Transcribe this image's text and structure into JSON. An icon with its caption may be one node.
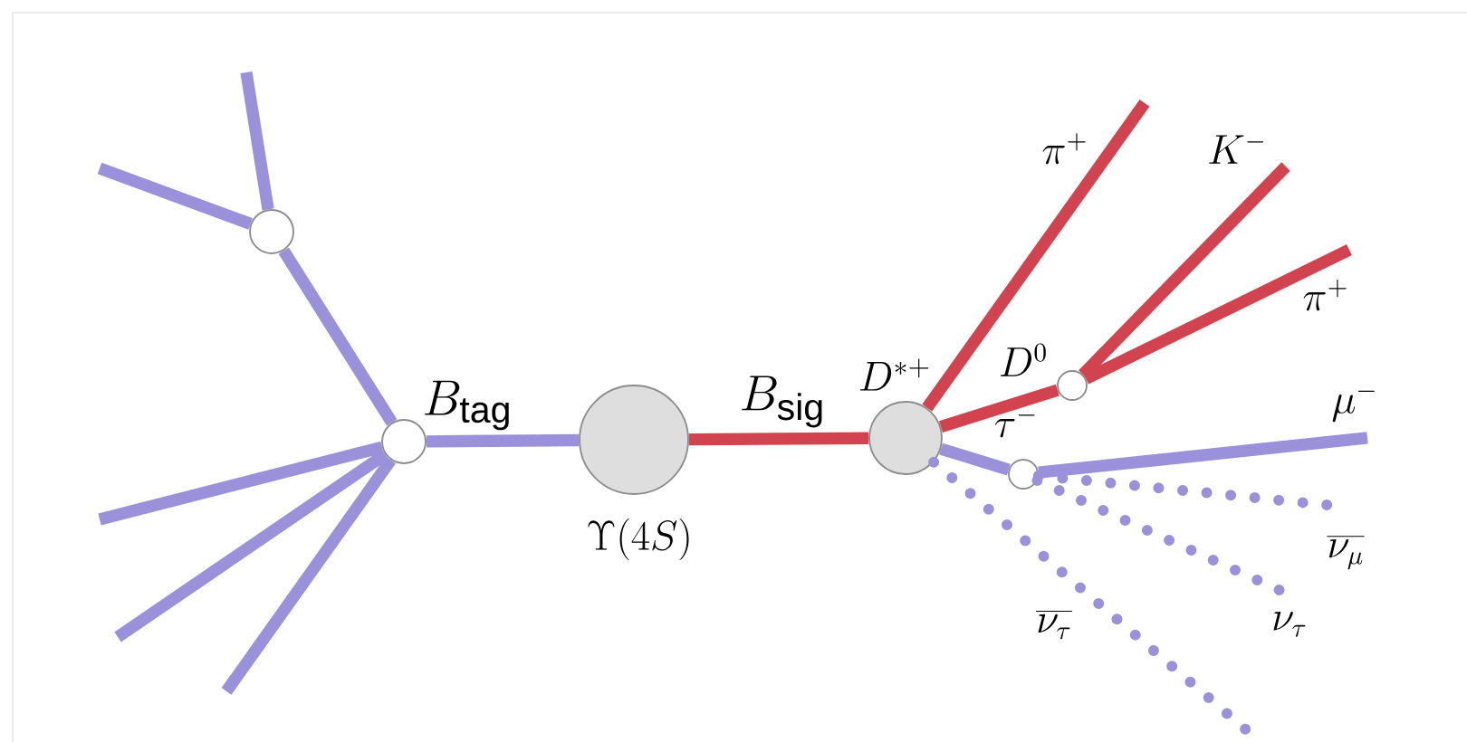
{
  "diagram": {
    "nodes": [
      {
        "text": [],
        "shape": "circle"
      },
      {
        "text": [],
        "shape": "circle"
      },
      {
        "text": [],
        "shape": "circle",
        "beside": [
          "\\Upsilon(4S)"
        ]
      },
      {
        "text": [],
        "shape": "circle",
        "beside": [
          "D^{*+}"
        ]
      },
      {
        "text": [],
        "shape": "circle"
      },
      {
        "text": [],
        "shape": "circle"
      }
    ],
    "edges": [
      {
        "from": null,
        "to": 0,
        "arrow": "none"
      },
      {
        "from": null,
        "to": 0,
        "arrow": "none"
      },
      {
        "from": 0,
        "to": 1,
        "arrow": "none"
      },
      {
        "from": 1,
        "to": null,
        "arrow": "none"
      },
      {
        "from": 1,
        "to": null,
        "arrow": "none"
      },
      {
        "from": 1,
        "to": null,
        "arrow": "none"
      },
      {
        "from": 1,
        "to": 2,
        "arrow": "none",
        "label": "B_{\\mathrm{tag}}"
      },
      {
        "from": 2,
        "to": 3,
        "arrow": "none",
        "label": "B_{\\mathrm{sig}}",
        "color": "#d0434f"
      },
      {
        "from": 3,
        "to": null,
        "arrow": "none",
        "label": "\\pi^+",
        "color": "#d0434f"
      },
      {
        "from": 3,
        "to": 4,
        "arrow": "none",
        "label": "D^0",
        "color": "#d0434f"
      },
      {
        "from": 4,
        "to": null,
        "arrow": "none",
        "label": "K^-",
        "color": "#d0434f"
      },
      {
        "from": 4,
        "to": null,
        "arrow": "none",
        "label": "\\pi^+",
        "color": "#d0434f"
      },
      {
        "from": 3,
        "to": 5,
        "arrow": "none",
        "label": "\\tau^-"
      },
      {
        "from": 5,
        "to": null,
        "arrow": "none",
        "label": "\\mu^-"
      },
      {
        "from": 5,
        "to": null,
        "arrow": "none",
        "label": "\\overline{\\nu_\\mu}",
        "style": "dashed"
      },
      {
        "from": 5,
        "to": null,
        "arrow": "none",
        "label": "\\nu_\\tau",
        "style": "dashed"
      },
      {
        "from": 3,
        "to": null,
        "arrow": "none",
        "label": "\\overline{\\nu_\\tau}",
        "style": "dashed"
      }
    ]
  }
}
